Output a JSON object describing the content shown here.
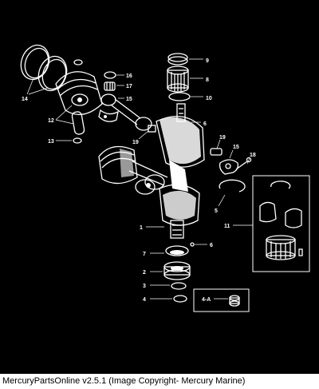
{
  "callouts": [
    {
      "id": "c14",
      "text": "14"
    },
    {
      "id": "c12",
      "text": "12"
    },
    {
      "id": "c13",
      "text": "13"
    },
    {
      "id": "c16",
      "text": "16"
    },
    {
      "id": "c17",
      "text": "17"
    },
    {
      "id": "c15a",
      "text": "15"
    },
    {
      "id": "c19a",
      "text": "19"
    },
    {
      "id": "c9",
      "text": "9"
    },
    {
      "id": "c8",
      "text": "8"
    },
    {
      "id": "c10",
      "text": "10"
    },
    {
      "id": "c6a",
      "text": "6"
    },
    {
      "id": "c19b",
      "text": "19"
    },
    {
      "id": "c15b",
      "text": "15"
    },
    {
      "id": "c18",
      "text": "18"
    },
    {
      "id": "c5",
      "text": "5"
    },
    {
      "id": "c11",
      "text": "11"
    },
    {
      "id": "c1",
      "text": "1"
    },
    {
      "id": "c6b",
      "text": "6"
    },
    {
      "id": "c7",
      "text": "7"
    },
    {
      "id": "c2",
      "text": "2"
    },
    {
      "id": "c3",
      "text": "3"
    },
    {
      "id": "c4",
      "text": "4"
    },
    {
      "id": "c4a",
      "text": "4-A"
    }
  ],
  "footer": {
    "text": "MercuryPartsOnline v2.5.1 (Image Copyright- Mercury Marine)"
  },
  "colors": {
    "background": "#000000",
    "lines": "#ffffff",
    "footer_bg": "#ffffff"
  }
}
